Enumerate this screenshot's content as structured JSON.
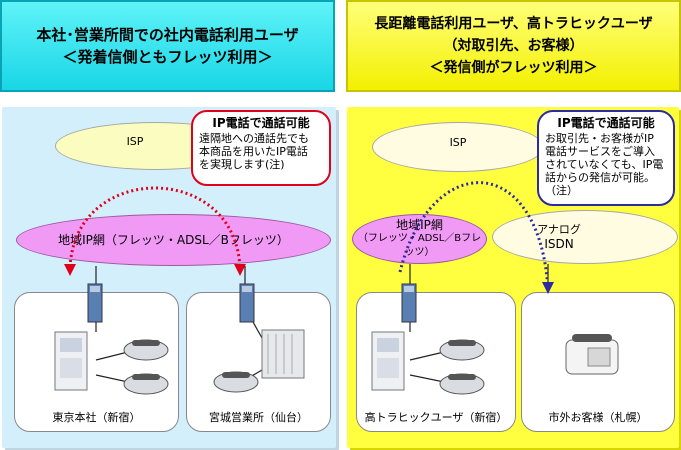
{
  "left": {
    "header_line1": "本社･営業所間での社内電話利用ユーザ",
    "header_line2": "＜発着信側ともフレッツ利用＞",
    "isp": "ISP",
    "network": "地域IP網（フレッツ・ADSL／Bフレッツ）",
    "callout_title": "IP電話で通話可能",
    "callout_body": "遠隔地への通話先でも\n本商品を用いたIP電話\nを実現します(注)",
    "site1": "東京本社（新宿）",
    "site2": "宮城営業所（仙台）"
  },
  "right": {
    "header_line1": "長距離電話利用ユーザ、高トラヒックユーザ",
    "header_line2": "（対取引先、お客様）",
    "header_line3": "＜発信側がフレッツ利用＞",
    "isp": "ISP",
    "network_line1": "地域IP網",
    "network_line2": "（フレッツ・ADSL／Bフレッツ）",
    "analog_line1": "アナログ",
    "analog_line2": "ISDN",
    "callout_title": "IP電話で通話可能",
    "callout_body": "お取引先・お客様がIP\n電話サービスをご導入\nされていなくても、IP電\n話からの発信が可能。\n（注）",
    "site1": "高トラヒックユーザ（新宿）",
    "site2": "市外お客様（札幌）"
  },
  "colors": {
    "left_header": "#19d6e6",
    "right_header": "#f3f000",
    "left_panel": "#d3effb",
    "right_panel": "#ffff40",
    "network": "#f19af5",
    "red_call": "#e0001a",
    "blue_call": "#2c2ca0"
  },
  "icons": [
    "router-icon",
    "pbx-icon",
    "phone-icon",
    "fax-phone-icon"
  ]
}
